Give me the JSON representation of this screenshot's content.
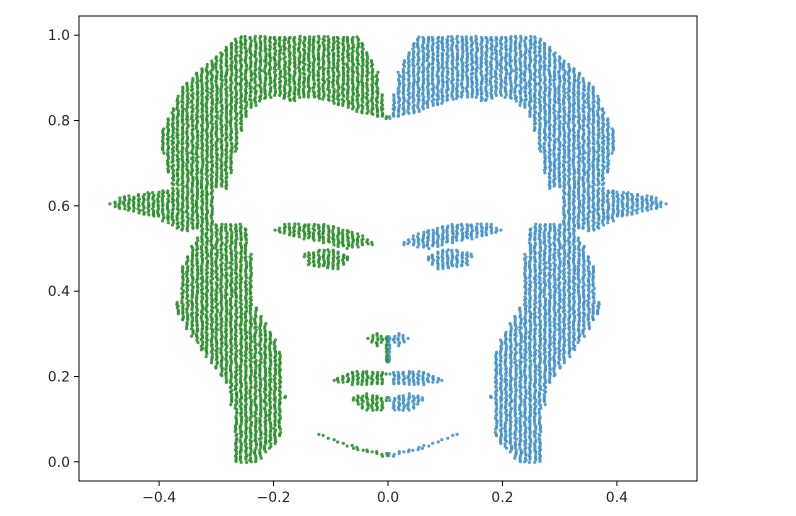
{
  "chart_data": {
    "type": "scatter",
    "title": "",
    "xlabel": "",
    "ylabel": "",
    "xlim": [
      -0.54,
      0.54
    ],
    "ylim": [
      -0.045,
      1.045
    ],
    "x_ticks": [
      -0.4,
      -0.2,
      0.0,
      0.2,
      0.4
    ],
    "x_tick_labels": [
      "−0.4",
      "−0.2",
      "0.0",
      "0.2",
      "0.4"
    ],
    "y_ticks": [
      0.0,
      0.2,
      0.4,
      0.6,
      0.8,
      1.0
    ],
    "y_tick_labels": [
      "0.0",
      "0.2",
      "0.4",
      "0.6",
      "0.8",
      "1.0"
    ],
    "grid": false,
    "legend": "none",
    "description": "Dense scatter of points forming a mirrored portrait; left half (x<0) green, right half (x>0) blue, mirror symmetric about x = 0.",
    "series": [
      {
        "color": "#228B22",
        "side": "left"
      },
      {
        "color": "#3C8DC8",
        "side": "right"
      }
    ],
    "regions": [
      {
        "part": "hair-crown",
        "polygon": [
          [
            0.0,
            0.8
          ],
          [
            0.02,
            0.92
          ],
          [
            0.05,
            1.0
          ],
          [
            0.26,
            1.0
          ],
          [
            0.31,
            0.94
          ],
          [
            0.28,
            0.8
          ],
          [
            0.2,
            0.86
          ],
          [
            0.12,
            0.85
          ],
          [
            0.05,
            0.82
          ]
        ]
      },
      {
        "part": "hair-side",
        "polygon": [
          [
            0.24,
            0.84
          ],
          [
            0.31,
            0.94
          ],
          [
            0.36,
            0.88
          ],
          [
            0.4,
            0.76
          ],
          [
            0.38,
            0.65
          ],
          [
            0.28,
            0.64
          ],
          [
            0.26,
            0.76
          ]
        ]
      },
      {
        "part": "hair-flip",
        "polygon": [
          [
            0.3,
            0.66
          ],
          [
            0.38,
            0.64
          ],
          [
            0.47,
            0.62
          ],
          [
            0.49,
            0.6
          ],
          [
            0.4,
            0.57
          ],
          [
            0.36,
            0.54
          ],
          [
            0.3,
            0.55
          ]
        ]
      },
      {
        "part": "hair-lower",
        "polygon": [
          [
            0.25,
            0.56
          ],
          [
            0.32,
            0.56
          ],
          [
            0.36,
            0.46
          ],
          [
            0.37,
            0.35
          ],
          [
            0.33,
            0.27
          ],
          [
            0.28,
            0.18
          ],
          [
            0.27,
            0.1
          ],
          [
            0.27,
            0.0
          ],
          [
            0.23,
            0.0
          ],
          [
            0.19,
            0.05
          ],
          [
            0.18,
            0.15
          ],
          [
            0.19,
            0.27
          ],
          [
            0.24,
            0.38
          ],
          [
            0.24,
            0.49
          ]
        ]
      },
      {
        "part": "strand",
        "polygon": [
          [
            0.06,
            0.92
          ],
          [
            0.13,
            0.96
          ],
          [
            0.18,
            0.94
          ],
          [
            0.2,
            0.87
          ],
          [
            0.17,
            0.84
          ],
          [
            0.12,
            0.88
          ]
        ]
      },
      {
        "part": "brow",
        "polygon": [
          [
            0.02,
            0.51
          ],
          [
            0.06,
            0.54
          ],
          [
            0.12,
            0.56
          ],
          [
            0.18,
            0.56
          ],
          [
            0.2,
            0.54
          ],
          [
            0.14,
            0.52
          ],
          [
            0.07,
            0.5
          ]
        ]
      },
      {
        "part": "eye",
        "polygon": [
          [
            0.06,
            0.48
          ],
          [
            0.1,
            0.5
          ],
          [
            0.15,
            0.49
          ],
          [
            0.14,
            0.46
          ],
          [
            0.09,
            0.45
          ]
        ]
      },
      {
        "part": "nose",
        "polygon": [
          [
            0.0,
            0.3
          ],
          [
            0.01,
            0.29
          ],
          [
            0.01,
            0.24
          ],
          [
            0.0,
            0.23
          ]
        ]
      },
      {
        "part": "nostril",
        "polygon": [
          [
            0.0,
            0.29
          ],
          [
            0.02,
            0.3
          ],
          [
            0.04,
            0.29
          ],
          [
            0.02,
            0.27
          ]
        ]
      },
      {
        "part": "upper-lip",
        "polygon": [
          [
            0.0,
            0.21
          ],
          [
            0.03,
            0.215
          ],
          [
            0.07,
            0.21
          ],
          [
            0.1,
            0.19
          ],
          [
            0.06,
            0.18
          ],
          [
            0.01,
            0.18
          ]
        ]
      },
      {
        "part": "lower-lip",
        "polygon": [
          [
            0.0,
            0.15
          ],
          [
            0.04,
            0.16
          ],
          [
            0.07,
            0.15
          ],
          [
            0.04,
            0.12
          ],
          [
            0.01,
            0.12
          ]
        ]
      },
      {
        "part": "jaw",
        "polygon": [
          [
            0.0,
            0.01
          ],
          [
            0.06,
            0.03
          ],
          [
            0.12,
            0.06
          ],
          [
            0.16,
            0.1
          ],
          [
            0.13,
            0.07
          ],
          [
            0.07,
            0.04
          ],
          [
            0.0,
            0.02
          ]
        ]
      },
      {
        "part": "ear",
        "polygon": [
          [
            0.24,
            0.52
          ],
          [
            0.27,
            0.52
          ],
          [
            0.28,
            0.46
          ],
          [
            0.25,
            0.44
          ]
        ]
      }
    ]
  }
}
